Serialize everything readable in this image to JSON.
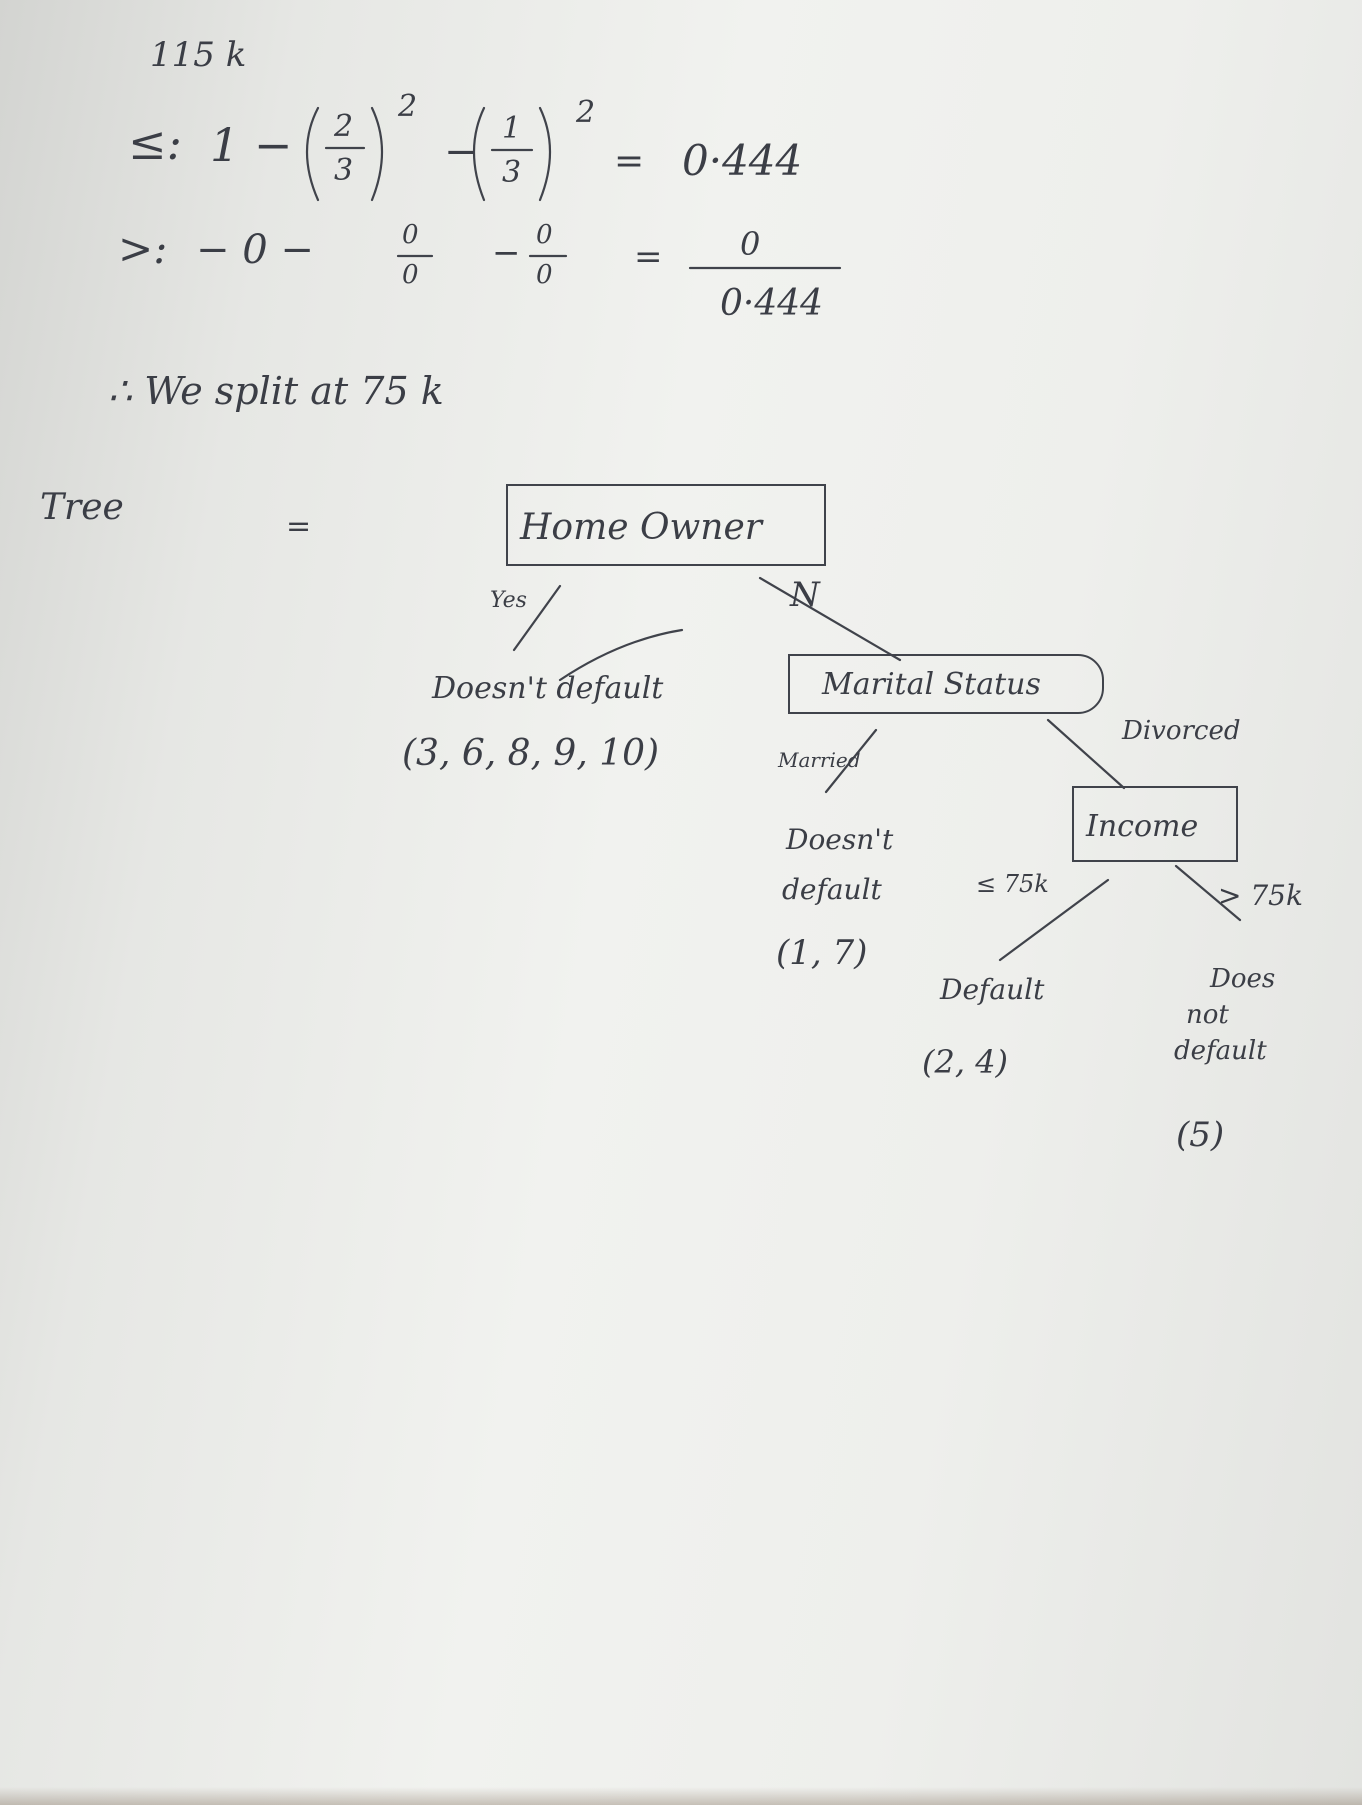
{
  "calc": {
    "split_value": "115 k",
    "le_label": "≤:",
    "le_expr_lhs": "1 −",
    "le_frac1_num": "2",
    "le_frac1_den": "3",
    "le_power": "2",
    "le_minus": "−",
    "le_frac2_num": "1",
    "le_frac2_den": "3",
    "le_power2": "2",
    "le_equals": "=",
    "le_result": "0·444",
    "gt_label": ">:",
    "gt_expr": "− 0 −",
    "gt_frac1_num": "0",
    "gt_frac1_den": "0",
    "gt_minus": "−",
    "gt_frac2_num": "0",
    "gt_frac2_den": "0",
    "gt_equals": "=",
    "gt_result": "0",
    "total_result": "0·444",
    "conclusion": "∴ We split at 75 k"
  },
  "tree": {
    "label": "Tree",
    "label_equals": "=",
    "root": "Home Owner",
    "root_yes_edge": "Yes",
    "root_no_edge": "N",
    "yes_leaf_label": "Doesn't default",
    "yes_leaf_ids": "(3, 6, 8, 9, 10)",
    "marital_node": "Marital Status",
    "married_edge": "Married",
    "divorced_edge": "Divorced",
    "married_leaf_label_1": "Doesn't",
    "married_leaf_label_2": "default",
    "married_leaf_ids": "(1, 7)",
    "income_node": "Income",
    "income_le_edge": "≤ 75k",
    "income_gt_edge": "> 75k",
    "income_le_leaf_label": "Default",
    "income_le_leaf_ids": "(2, 4)",
    "income_gt_leaf_label_1": "Does",
    "income_gt_leaf_label_2": "not",
    "income_gt_leaf_label_3": "default",
    "income_gt_leaf_ids": "(5)"
  }
}
